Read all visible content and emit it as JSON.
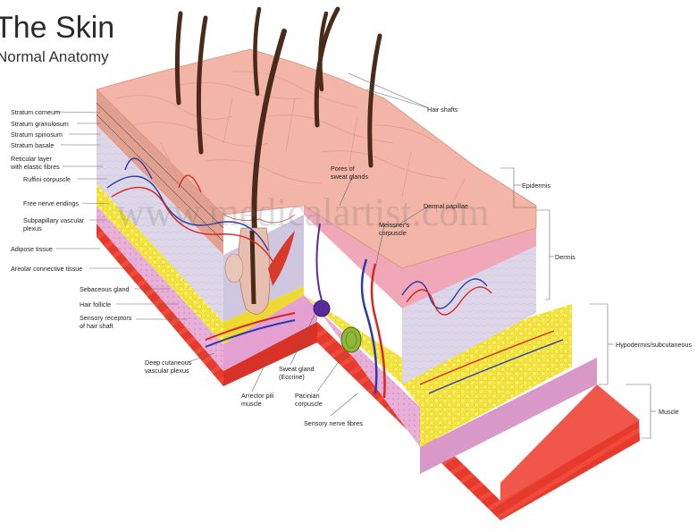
{
  "title": "The Skin",
  "subtitle": "Normal Anatomy",
  "watermark": "www.medicalartist.com",
  "labels": {
    "stratum_corneum": "Stratum corneum",
    "stratum_granulosum": "Stratum granulosum",
    "stratum_spinosum": "Stratum spinosum",
    "stratum_basale": "Stratum basale",
    "reticular_layer_1": "Reticular layer",
    "reticular_layer_2": "with elastic fibres",
    "ruffini": "Ruffini corpuscle",
    "free_nerve": "Free nerve endings",
    "subpapillary_1": "Subpapillary vascular",
    "subpapillary_2": "plexus",
    "adipose": "Adipose tissue",
    "areolar": "Areolar connective tissue",
    "sebaceous": "Sebaceous gland",
    "hair_follicle": "Hair follicle",
    "sensory_receptors_1": "Sensory receptors",
    "sensory_receptors_2": "of hair shaft",
    "deep_cutaneous_1": "Deep cutaneous",
    "deep_cutaneous_2": "vascular plexus",
    "arrector_1": "Arrector pili",
    "arrector_2": "muscle",
    "sweat_gland_1": "Sweat gland",
    "sweat_gland_2": "(Eccrine)",
    "pacinian_1": "Pacinian",
    "pacinian_2": "corpuscle",
    "sensory_nerve": "Sensory nerve fibres",
    "pores_1": "Pores of",
    "pores_2": "sweat glands",
    "dermal_papillae": "Dermal papillae",
    "meissner_1": "Meissner's",
    "meissner_2": "corpuscle",
    "hair_shafts": "Hair shafts",
    "epidermis": "Epidermis",
    "dermis": "Dermis",
    "hypodermis": "Hypodermis/subcutaneous",
    "muscle": "Muscle"
  },
  "colors": {
    "skin_surface": "#f2b5a8",
    "epidermis_edge": "#d98a7a",
    "dermis": "#d9d3e6",
    "fat": "#f2e23a",
    "areolar": "#e6a8d4",
    "muscle": "#e8382c",
    "hair": "#4a2a18",
    "vein": "#2d3aa8",
    "artery": "#d8261e"
  }
}
